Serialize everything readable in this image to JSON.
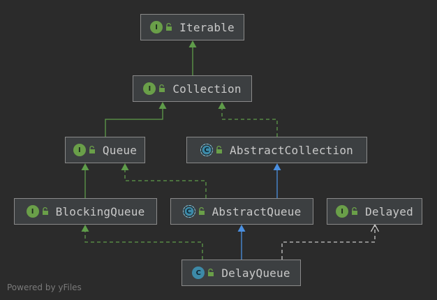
{
  "diagram": {
    "nodes": [
      {
        "id": "iterable",
        "label": "Iterable",
        "kind": "interface",
        "badge": "I"
      },
      {
        "id": "collection",
        "label": "Collection",
        "kind": "interface",
        "badge": "I"
      },
      {
        "id": "queue",
        "label": "Queue",
        "kind": "interface",
        "badge": "I"
      },
      {
        "id": "abstract-collection",
        "label": "AbstractCollection",
        "kind": "abstract",
        "badge": "C"
      },
      {
        "id": "blocking-queue",
        "label": "BlockingQueue",
        "kind": "interface",
        "badge": "I"
      },
      {
        "id": "abstract-queue",
        "label": "AbstractQueue",
        "kind": "abstract",
        "badge": "C"
      },
      {
        "id": "delayed",
        "label": "Delayed",
        "kind": "interface",
        "badge": "I"
      },
      {
        "id": "delay-queue",
        "label": "DelayQueue",
        "kind": "class",
        "badge": "C"
      }
    ],
    "edges": [
      {
        "from": "collection",
        "to": "iterable",
        "type": "extends-interface"
      },
      {
        "from": "queue",
        "to": "collection",
        "type": "extends-interface"
      },
      {
        "from": "abstract-collection",
        "to": "collection",
        "type": "implements"
      },
      {
        "from": "blocking-queue",
        "to": "queue",
        "type": "extends-interface"
      },
      {
        "from": "abstract-queue",
        "to": "queue",
        "type": "implements"
      },
      {
        "from": "abstract-queue",
        "to": "abstract-collection",
        "type": "extends-class"
      },
      {
        "from": "delay-queue",
        "to": "blocking-queue",
        "type": "implements"
      },
      {
        "from": "delay-queue",
        "to": "abstract-queue",
        "type": "extends-class"
      },
      {
        "from": "delay-queue",
        "to": "delayed",
        "type": "depends"
      }
    ],
    "colors": {
      "background": "#2b2b2b",
      "node_fill": "#3c3f41",
      "node_border": "#8a8a8a",
      "interface_edge": "#5f9c4a",
      "class_edge": "#4a8fe0",
      "dependency_edge": "#c8c8c8",
      "interface_badge": "#6a9f49",
      "class_badge": "#3d8aa8"
    },
    "icons": {
      "visibility": "unlock-icon",
      "interface": "interface-icon",
      "class": "class-icon",
      "abstract": "abstract-class-icon"
    }
  },
  "watermark": "Powered by yFiles"
}
